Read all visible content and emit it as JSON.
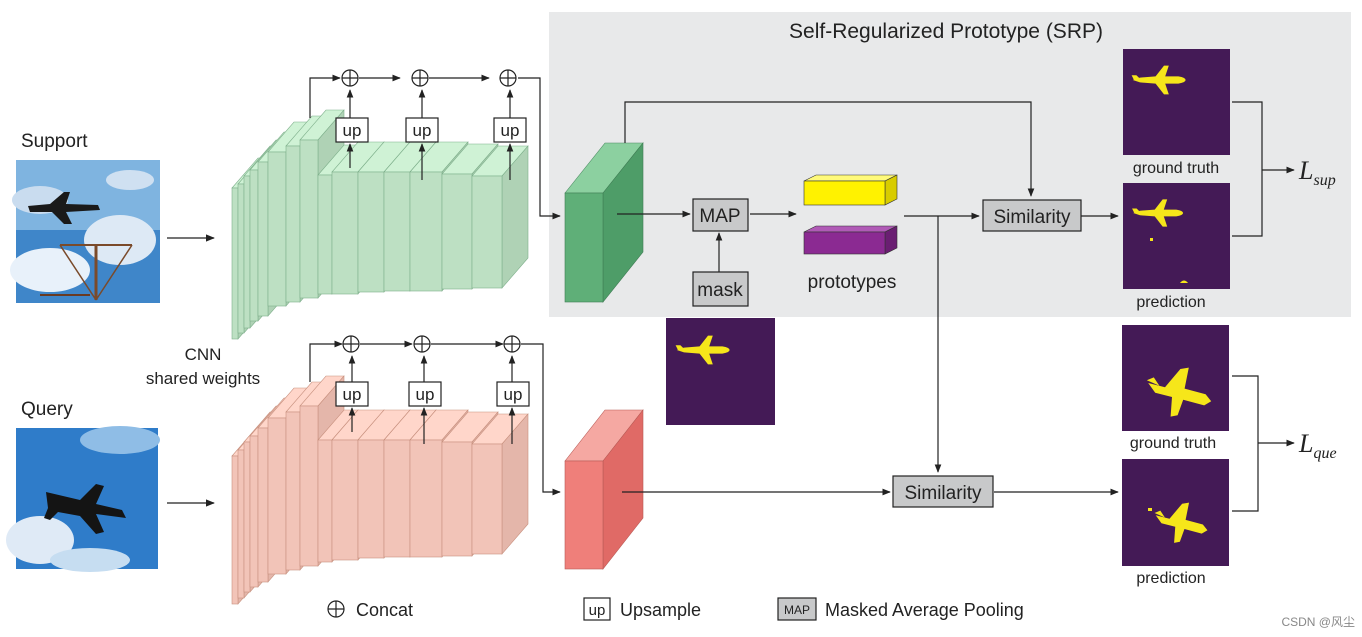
{
  "title": "Self-Regularized Prototype (SRP)",
  "labels": {
    "support": "Support",
    "query": "Query",
    "cnn": "CNN",
    "shared_weights": "shared weights",
    "map": "MAP",
    "mask": "mask",
    "prototypes": "prototypes",
    "similarity": "Similarity",
    "up": "up",
    "ground_truth": "ground truth",
    "prediction": "prediction",
    "loss_sup_letter": "L",
    "loss_sup_sub": "sup",
    "loss_que_letter": "L",
    "loss_que_sub": "que"
  },
  "legend": {
    "concat_label": "Concat",
    "up_box": "up",
    "upsample_label": "Upsample",
    "map_box": "MAP",
    "map_label": "Masked Average Pooling"
  },
  "watermark": "CSDN @风尘",
  "colors": {
    "support_branch": "#bde0c3",
    "support_feature": "#5faf78",
    "query_branch": "#f2c4b8",
    "query_feature": "#ef7f7a",
    "srp_background": "#e8e9ea",
    "mask_background": "#441a56",
    "mask_foreground": "#f6e61a",
    "prototype_yellow": "#fff200",
    "prototype_purple": "#8b2a92",
    "gray_box": "#c8c9ca"
  }
}
